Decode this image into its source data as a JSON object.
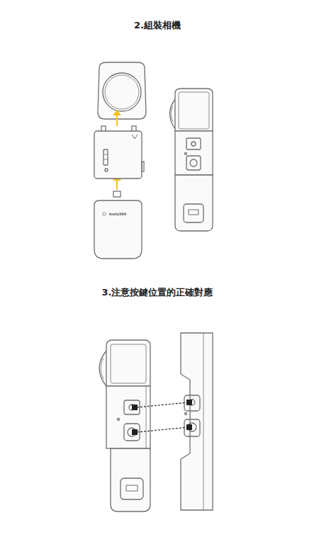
{
  "diagram": {
    "title": "2.組裝相機",
    "labels": [
      "3.注意按鍵位置的正確對應",
      "Insta360"
    ]
  }
}
